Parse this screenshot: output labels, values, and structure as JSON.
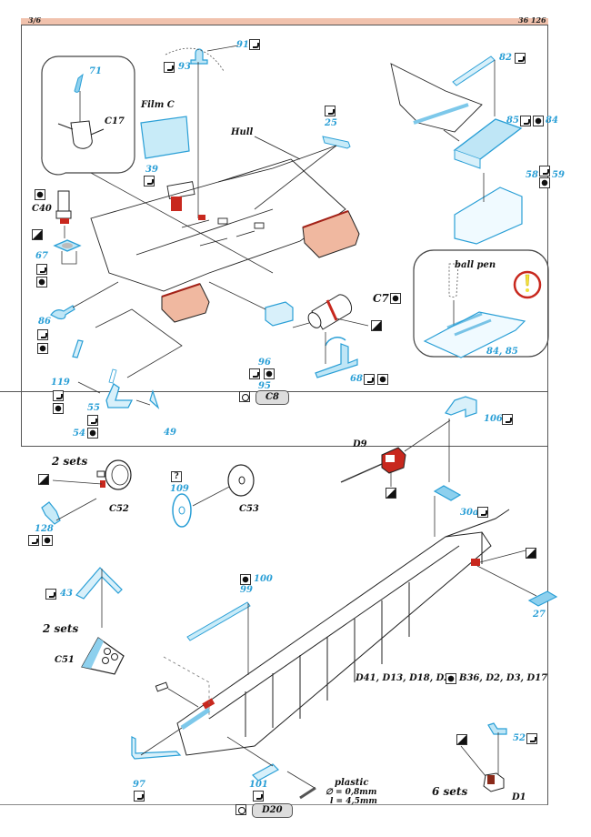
{
  "header": {
    "page": "3/6",
    "kit_number": "36 126",
    "bar_color": "#f1c2ad"
  },
  "colors": {
    "etch_part": "#2a9fd6",
    "plastic_highlight": "#f0b8a0",
    "red_mark": "#c8281e",
    "warning_yellow": "#f2e23a"
  },
  "top_section": {
    "labels": {
      "film": "Film C",
      "hull": "Hull",
      "ball_pen": "ball pen"
    },
    "parts": [
      {
        "id": "71",
        "type": "etch"
      },
      {
        "id": "C17",
        "type": "plastic"
      },
      {
        "id": "93",
        "type": "etch",
        "icons": [
          "fold-icon"
        ]
      },
      {
        "id": "91",
        "type": "etch",
        "icons": [
          "fold-icon"
        ]
      },
      {
        "id": "39",
        "type": "etch",
        "icons": [
          "fold-icon"
        ]
      },
      {
        "id": "25",
        "type": "etch",
        "icons": [
          "fold-icon"
        ]
      },
      {
        "id": "82",
        "type": "etch",
        "icons": [
          "fold-icon"
        ]
      },
      {
        "id": "85",
        "type": "etch",
        "icons": [
          "fold-icon"
        ]
      },
      {
        "id": "84",
        "type": "etch",
        "icons": [
          "roll-icon"
        ]
      },
      {
        "id": "58",
        "type": "etch",
        "icons": [
          "fold-icon"
        ]
      },
      {
        "id": "59",
        "type": "etch",
        "icons": [
          "roll-icon"
        ]
      },
      {
        "id": "C40",
        "type": "plastic",
        "icons": [
          "roll-icon",
          "paint-icon"
        ]
      },
      {
        "id": "67",
        "type": "etch",
        "icons": [
          "fold-icon",
          "roll-icon"
        ]
      },
      {
        "id": "86",
        "type": "etch",
        "icons": [
          "fold-icon",
          "roll-icon"
        ]
      },
      {
        "id": "119",
        "type": "etch",
        "icons": [
          "fold-icon",
          "roll-icon"
        ]
      },
      {
        "id": "55",
        "type": "etch",
        "icons": [
          "fold-icon"
        ]
      },
      {
        "id": "54",
        "type": "etch",
        "icons": [
          "roll-icon"
        ]
      },
      {
        "id": "49",
        "type": "etch"
      },
      {
        "id": "96",
        "type": "etch",
        "icons": [
          "fold-icon",
          "roll-icon"
        ]
      },
      {
        "id": "95",
        "type": "etch"
      },
      {
        "id": "C8",
        "type": "plastic-remove",
        "icons": [
          "remove-icon"
        ]
      },
      {
        "id": "C7",
        "type": "plastic",
        "icons": [
          "roll-icon",
          "paint-icon"
        ]
      },
      {
        "id": "68",
        "type": "etch",
        "icons": [
          "fold-icon",
          "roll-icon"
        ]
      },
      {
        "id": "84, 85",
        "type": "etch"
      }
    ]
  },
  "bottom_section": {
    "labels": {
      "two_sets_a": "2 sets",
      "two_sets_b": "2 sets",
      "six_sets": "6 sets",
      "plastic_rod_title": "plastic",
      "plastic_rod_diameter": "∅ = 0,8mm",
      "plastic_rod_length": "l = 4,5mm",
      "roll_parts_left": "D41, D13, D18, D23",
      "roll_parts_right": "B36, D2, D3, D17"
    },
    "parts": [
      {
        "id": "C52",
        "type": "plastic",
        "icons": [
          "paint-icon"
        ]
      },
      {
        "id": "128",
        "type": "etch",
        "icons": [
          "fold-icon",
          "roll-icon"
        ]
      },
      {
        "id": "109",
        "type": "etch",
        "icons": [
          "question-icon"
        ]
      },
      {
        "id": "C53",
        "type": "plastic"
      },
      {
        "id": "D9",
        "type": "plastic",
        "icons": [
          "paint-icon"
        ]
      },
      {
        "id": "106",
        "type": "etch",
        "icons": [
          "fold-icon"
        ]
      },
      {
        "id": "30a",
        "type": "etch",
        "icons": [
          "fold-icon"
        ]
      },
      {
        "id": "43",
        "type": "etch",
        "icons": [
          "fold-icon"
        ]
      },
      {
        "id": "C51",
        "type": "plastic"
      },
      {
        "id": "100",
        "type": "etch",
        "icons": [
          "roll-icon"
        ]
      },
      {
        "id": "99",
        "type": "etch"
      },
      {
        "id": "27",
        "type": "etch"
      },
      {
        "id": "97",
        "type": "etch",
        "icons": [
          "fold-icon"
        ]
      },
      {
        "id": "101",
        "type": "etch",
        "icons": [
          "fold-icon"
        ]
      },
      {
        "id": "D20",
        "type": "plastic-remove",
        "icons": [
          "remove-icon"
        ]
      },
      {
        "id": "52",
        "type": "etch",
        "icons": [
          "fold-icon"
        ]
      },
      {
        "id": "D1",
        "type": "plastic",
        "icons": [
          "paint-icon"
        ]
      }
    ]
  }
}
